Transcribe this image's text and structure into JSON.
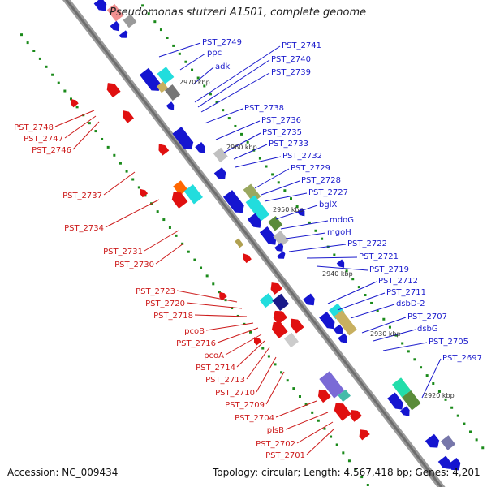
{
  "title": "Pseudomonas stutzeri A1501, complete genome",
  "accession": "Accession: NC_009434",
  "topology": "Topology: circular; Length: 4,567,418 bp; Genes: 4,201",
  "colors": {
    "backbone": "#8a8a8a",
    "dots": "#1a8a1a",
    "forward_label": "#1a1acc",
    "reverse_label": "#cc1a1a",
    "kbp_label": "#333333"
  },
  "kbp_ticks": [
    {
      "label": "2970 kbp",
      "kbp": 2970
    },
    {
      "label": "2960 kbp",
      "kbp": 2960
    },
    {
      "label": "2950 kbp",
      "kbp": 2950
    },
    {
      "label": "2940 kbp",
      "kbp": 2940
    },
    {
      "label": "2930 kbp",
      "kbp": 2930
    },
    {
      "label": "2920 kbp",
      "kbp": 2920
    }
  ],
  "forward_labels": [
    "PST_2749",
    "ppc",
    "adk",
    "PST_2741",
    "PST_2740",
    "PST_2739",
    "PST_2738",
    "PST_2736",
    "PST_2735",
    "PST_2733",
    "PST_2732",
    "PST_2729",
    "PST_2728",
    "PST_2727",
    "bglX",
    "mdoG",
    "mgoH",
    "PST_2722",
    "PST_2721",
    "PST_2719",
    "PST_2712",
    "PST_2711",
    "dsbD-2",
    "PST_2707",
    "dsbG",
    "PST_2705",
    "PST_2697"
  ],
  "reverse_labels": [
    "PST_2748",
    "PST_2747",
    "PST_2746",
    "PST_2737",
    "PST_2734",
    "PST_2731",
    "PST_2730",
    "PST_2723",
    "PST_2720",
    "PST_2718",
    "pcoB",
    "PST_2716",
    "pcoA",
    "PST_2714",
    "PST_2713",
    "PST_2710",
    "PST_2709",
    "PST_2704",
    "plsB",
    "PST_2702",
    "PST_2701"
  ]
}
